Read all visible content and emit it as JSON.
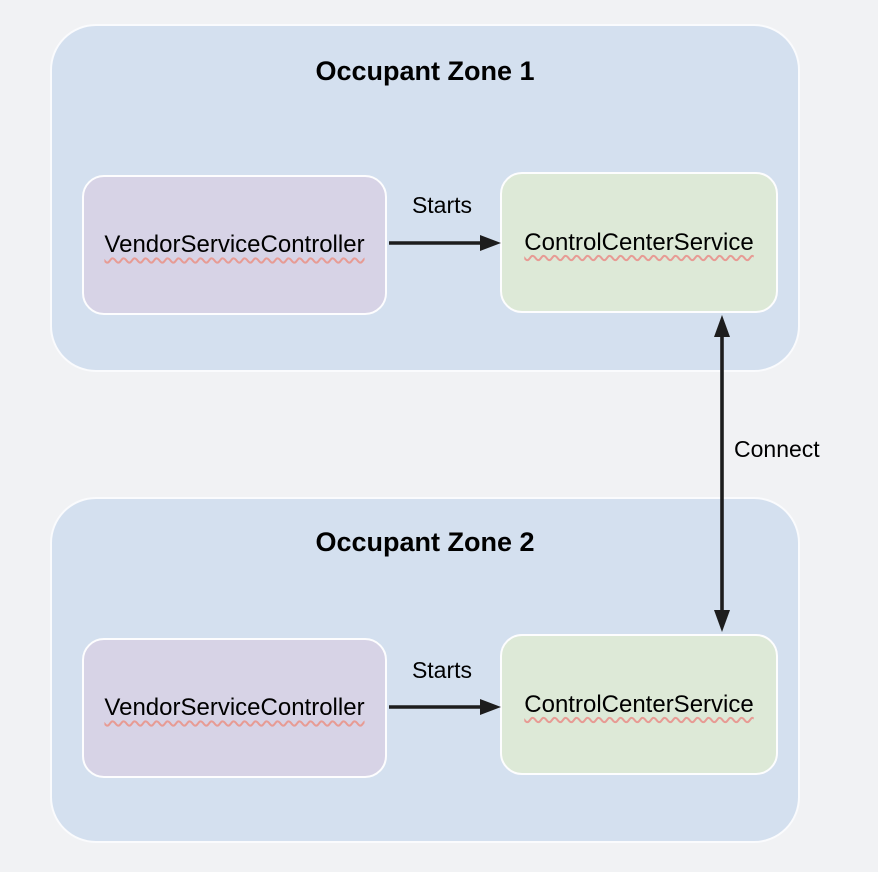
{
  "diagram": {
    "zones": [
      {
        "title": "Occupant Zone 1",
        "nodes": [
          {
            "label": "VendorServiceController"
          },
          {
            "label": "ControlCenterService"
          }
        ],
        "edge_label": "Starts"
      },
      {
        "title": "Occupant Zone 2",
        "nodes": [
          {
            "label": "VendorServiceController"
          },
          {
            "label": "ControlCenterService"
          }
        ],
        "edge_label": "Starts"
      }
    ],
    "connector_label": "Connect",
    "colors": {
      "background": "#f1f2f4",
      "zone_fill": "#d4e0ef",
      "zone_border": "#fafbfd",
      "vendor_fill": "#d7d3e6",
      "control_fill": "#dde9d7",
      "node_border": "#fdfdfe",
      "arrow": "#1d1d1d",
      "text": "#000000",
      "spellcheck": "#e79b94"
    }
  }
}
